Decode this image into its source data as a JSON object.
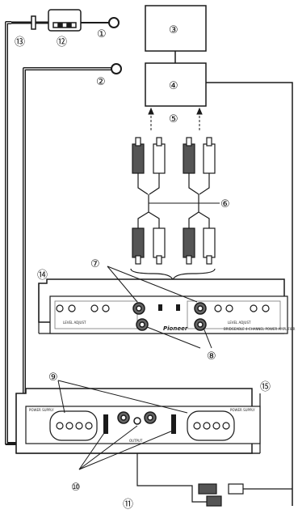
{
  "callouts": {
    "c1": "①",
    "c2": "②",
    "c3": "③",
    "c4": "④",
    "c5": "⑤",
    "c6": "⑥",
    "c7": "⑦",
    "c8": "⑧",
    "c9": "⑨",
    "c10": "⑩",
    "c11": "⑪",
    "c12": "⑫",
    "c13": "⑬",
    "c14": "⑭",
    "c15": "⑮"
  },
  "amplifier_upper": {
    "brand": "Pioneer",
    "level_adjust_left": "LEVEL ADJUST",
    "level_adjust_right": "LEVEL ADJUST",
    "model_text": "BRIDGEABLE 4-CHANNEL POWER AMPLIFIER"
  },
  "amplifier_lower": {
    "power_supply_left": "POWER SUPPLY",
    "power_supply_right": "POWER SUPPLY",
    "output_label": "OUTPUT"
  },
  "colors": {
    "line": "#1a1a1a",
    "plug_dark": "#555555",
    "plug_light": "#ffffff"
  }
}
